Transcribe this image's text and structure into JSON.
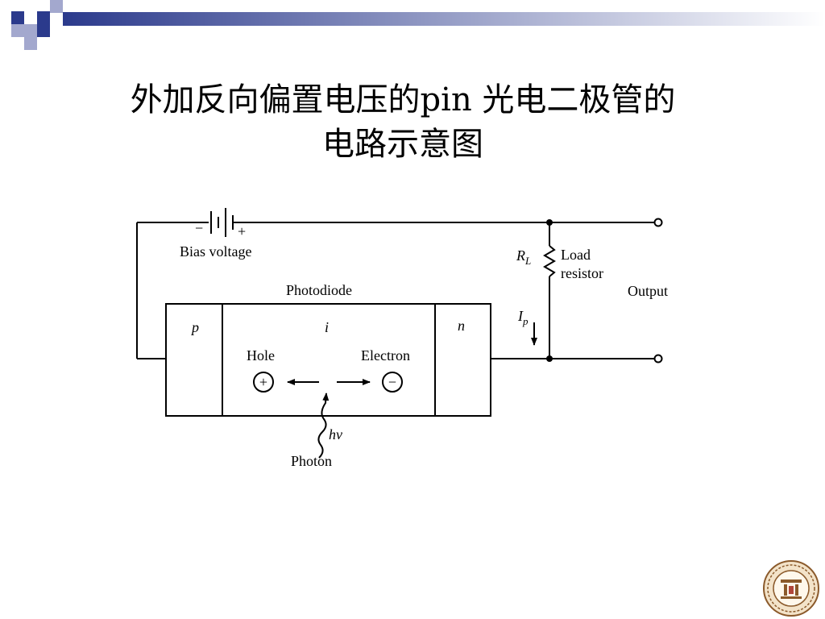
{
  "slide": {
    "title_line1": "外加反向偏置电压的pin 光电二极管的",
    "title_line2": "电路示意图"
  },
  "diagram": {
    "bias_minus": "−",
    "bias_plus": "+",
    "bias_label": "Bias voltage",
    "photodiode_label": "Photodiode",
    "region_p": "p",
    "region_i": "i",
    "region_n": "n",
    "hole_label": "Hole",
    "electron_label": "Electron",
    "hole_symbol": "+",
    "electron_symbol": "−",
    "photon_energy": "hν",
    "photon_label": "Photon",
    "resistor_symbol": "R",
    "resistor_subscript": "L",
    "load_label_line1": "Load",
    "load_label_line2": "resistor",
    "current_symbol": "I",
    "current_subscript": "p",
    "output_label": "Output"
  },
  "colors": {
    "accent_navy": "#2B3A8C",
    "accent_light": "#A3A8CE",
    "seal_brown": "#8B5A2B"
  },
  "logo": {
    "text": ""
  }
}
